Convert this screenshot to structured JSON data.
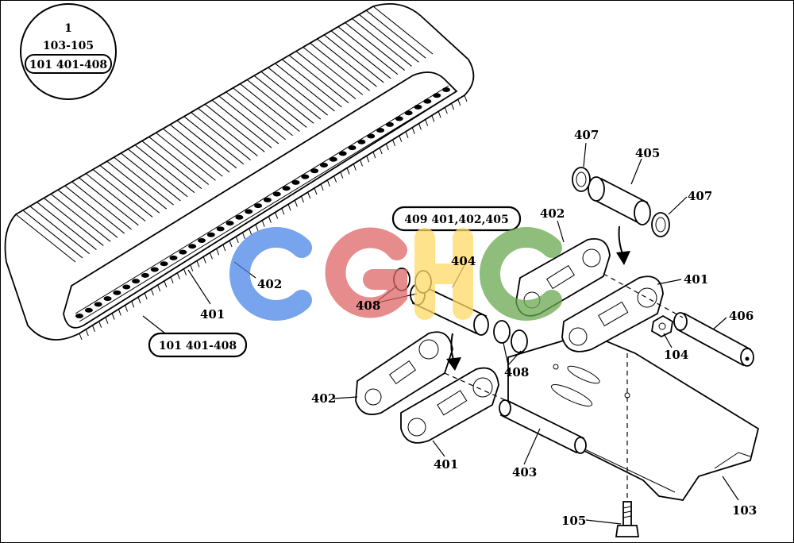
{
  "callout_circle": {
    "line1": "1",
    "line2": "103-105",
    "line3": "101 401-408"
  },
  "pill_track": "101 401-408",
  "pill_link": "409 401,402,405",
  "labels": {
    "l401_track": "401",
    "l402_track": "402",
    "l407_top": "407",
    "l405": "405",
    "l407_right": "407",
    "l402_upper": "402",
    "l404": "404",
    "l408_left": "408",
    "l401_upper": "401",
    "l406": "406",
    "l104": "104",
    "l408_mid": "408",
    "l402_lower": "402",
    "l401_lower": "401",
    "l403": "403",
    "l105": "105",
    "l103": "103"
  },
  "watermark": {
    "text": "CGHC",
    "colors": [
      "#4a86e8",
      "#e06666",
      "#ffd966",
      "#6aa84f"
    ]
  }
}
